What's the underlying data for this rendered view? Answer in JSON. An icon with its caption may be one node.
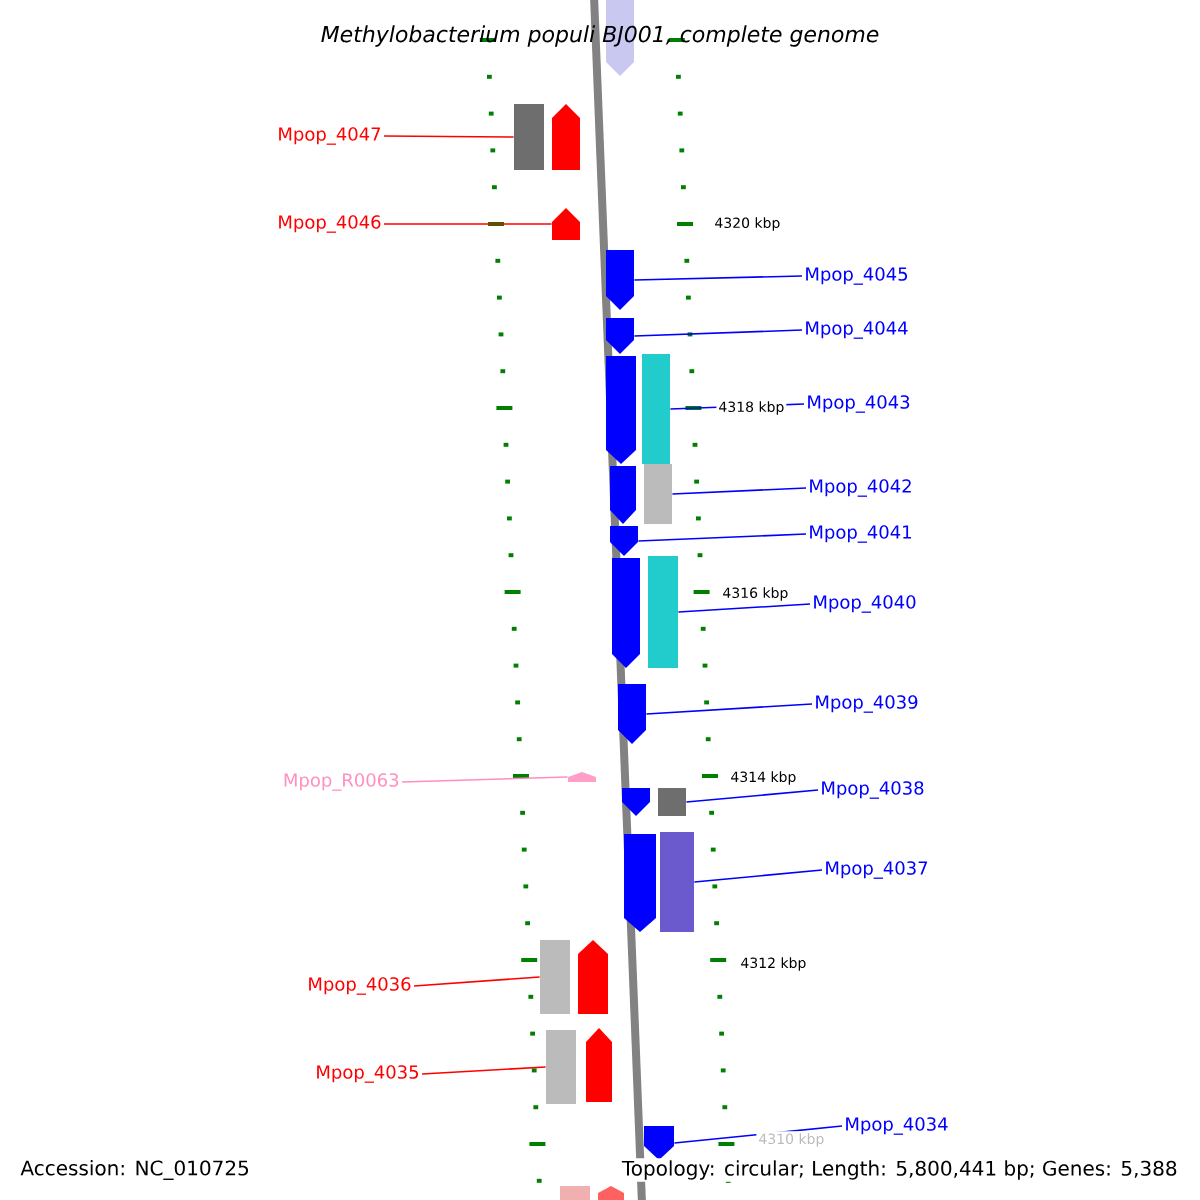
{
  "diagram": {
    "title": "Methylobacterium populi BJ001, complete genome",
    "nodes": [
      {
        "text": [],
        "shape": "arrow"
      },
      {
        "text": [
          "Mpop_4047"
        ]
      },
      {
        "text": [],
        "shape": "bar"
      },
      {
        "text": [],
        "shape": "arrow"
      },
      {
        "text": [
          "Mpop_4046"
        ]
      },
      {
        "text": [],
        "shape": "arrow"
      },
      {
        "text": [],
        "shape": "arrow"
      },
      {
        "text": [
          "Mpop_4045"
        ]
      },
      {
        "text": [],
        "shape": "arrow"
      },
      {
        "text": [
          "Mpop_4044"
        ]
      },
      {
        "text": [],
        "shape": "arrow"
      },
      {
        "text": [],
        "shape": "bar"
      },
      {
        "text": [
          "Mpop_4043"
        ]
      },
      {
        "text": [],
        "shape": "arrow"
      },
      {
        "text": [],
        "shape": "bar"
      },
      {
        "text": [
          "Mpop_4042"
        ]
      },
      {
        "text": [],
        "shape": "arrow"
      },
      {
        "text": [
          "Mpop_4041"
        ]
      },
      {
        "text": [],
        "shape": "arrow"
      },
      {
        "text": [],
        "shape": "bar"
      },
      {
        "text": [
          "Mpop_4040"
        ]
      },
      {
        "text": [],
        "shape": "arrow"
      },
      {
        "text": [
          "Mpop_4039"
        ]
      },
      {
        "text": [
          "Mpop_R0063"
        ]
      },
      {
        "text": [],
        "shape": "arrow"
      },
      {
        "text": [],
        "shape": "arrow"
      },
      {
        "text": [],
        "shape": "bar"
      },
      {
        "text": [
          "Mpop_4038"
        ]
      },
      {
        "text": [],
        "shape": "arrow"
      },
      {
        "text": [],
        "shape": "bar"
      },
      {
        "text": [
          "Mpop_4037"
        ]
      },
      {
        "text": [],
        "shape": "bar"
      },
      {
        "text": [],
        "shape": "arrow"
      },
      {
        "text": [
          "Mpop_4036"
        ]
      },
      {
        "text": [],
        "shape": "bar"
      },
      {
        "text": [],
        "shape": "arrow"
      },
      {
        "text": [
          "Mpop_4035"
        ]
      },
      {
        "text": [],
        "shape": "arrow"
      },
      {
        "text": [
          "Mpop_4034"
        ]
      },
      {
        "text": [],
        "shape": "bar"
      },
      {
        "text": [],
        "shape": "arrow"
      }
    ],
    "edges": [
      {
        "from": 1,
        "to": 2,
        "arrow": "none",
        "color": "#ff0000"
      },
      {
        "from": 4,
        "to": 5,
        "arrow": "none",
        "color": "#ff0000"
      },
      {
        "from": 7,
        "to": 6,
        "arrow": "none"
      },
      {
        "from": 9,
        "to": 8,
        "arrow": "none"
      },
      {
        "from": 12,
        "to": 11,
        "arrow": "none"
      },
      {
        "from": 15,
        "to": 14,
        "arrow": "none"
      },
      {
        "from": 17,
        "to": 16,
        "arrow": "none"
      },
      {
        "from": 20,
        "to": 19,
        "arrow": "none"
      },
      {
        "from": 22,
        "to": 21,
        "arrow": "none"
      },
      {
        "from": 23,
        "to": 24,
        "arrow": "none",
        "color": "#ff8fc0"
      },
      {
        "from": 27,
        "to": 26,
        "arrow": "none"
      },
      {
        "from": 30,
        "to": 29,
        "arrow": "none"
      },
      {
        "from": 33,
        "to": 31,
        "arrow": "none",
        "color": "#ff0000"
      },
      {
        "from": 36,
        "to": 34,
        "arrow": "none",
        "color": "#ff0000"
      },
      {
        "from": 38,
        "to": 37,
        "arrow": "none"
      }
    ],
    "labels": [
      "4320 kbp",
      "4318 kbp",
      "4316 kbp",
      "4314 kbp",
      "4312 kbp",
      "4310 kbp",
      "Accession: NC_010725",
      "Topology: circular; Length: 5,800,441 bp; Genes: 5,388"
    ]
  }
}
